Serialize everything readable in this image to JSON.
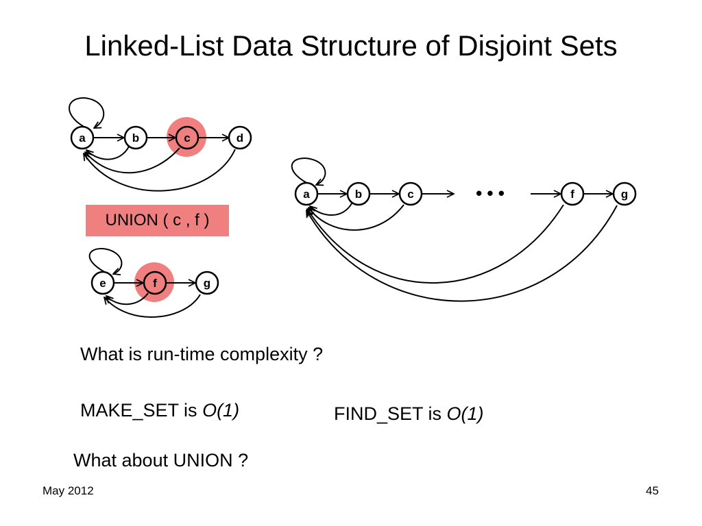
{
  "slide": {
    "title": "Linked-List Data Structure of Disjoint Sets",
    "footer_left": "May 2012",
    "footer_right": "45"
  },
  "diagram": {
    "operation_label": "UNION ( c , f )",
    "highlight_color": "#f08080",
    "sets": [
      {
        "id": "set-1",
        "nodes": [
          "a",
          "b",
          "c",
          "d"
        ],
        "highlighted": [
          "c"
        ]
      },
      {
        "id": "set-2",
        "nodes": [
          "e",
          "f",
          "g"
        ],
        "highlighted": [
          "f"
        ]
      },
      {
        "id": "merged-set",
        "nodes": [
          "a",
          "b",
          "c",
          "f",
          "g"
        ],
        "ellipsis": "• • •",
        "highlighted": []
      }
    ]
  },
  "questions": {
    "q1": "What is run-time complexity ?",
    "make_set_label": "MAKE_SET is ",
    "make_set_value": "O(1)",
    "find_set_label": "FIND_SET is ",
    "find_set_value": "O(1)",
    "q2": "What about UNION ?"
  }
}
